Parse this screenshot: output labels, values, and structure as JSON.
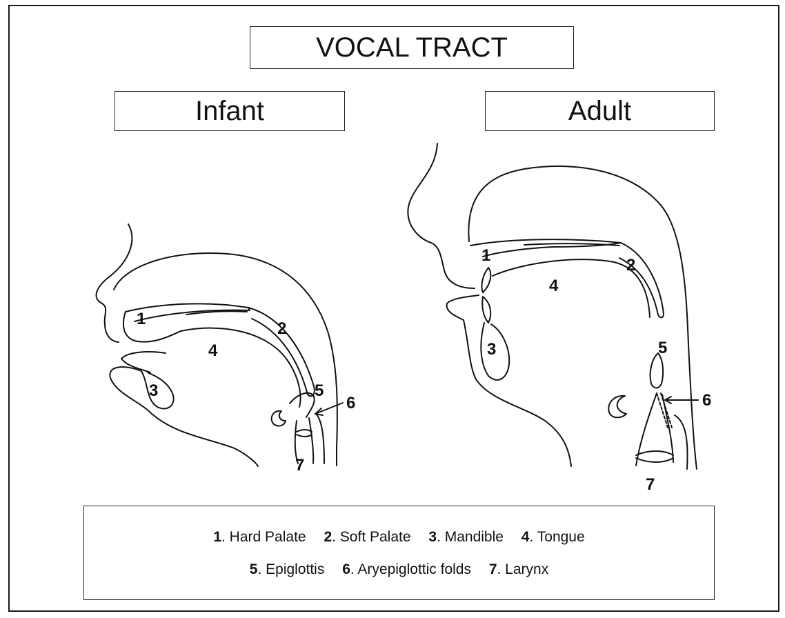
{
  "title": "VOCAL TRACT",
  "panels": {
    "infant": {
      "heading": "Infant"
    },
    "adult": {
      "heading": "Adult"
    }
  },
  "labels": {
    "infant": {
      "n1": "1",
      "n2": "2",
      "n3": "3",
      "n4": "4",
      "n5": "5",
      "n6": "6",
      "n7": "7"
    },
    "adult": {
      "n1": "1",
      "n2": "2",
      "n3": "3",
      "n4": "4",
      "n5": "5",
      "n6": "6",
      "n7": "7"
    }
  },
  "legend": {
    "row1": [
      {
        "num": "1",
        "text": ". Hard Palate"
      },
      {
        "num": "2",
        "text": ". Soft Palate"
      },
      {
        "num": "3",
        "text": ". Mandible"
      },
      {
        "num": "4",
        "text": ". Tongue"
      }
    ],
    "row2": [
      {
        "num": "5",
        "text": ". Epiglottis"
      },
      {
        "num": "6",
        "text": ". Aryepiglottic folds"
      },
      {
        "num": "7",
        "text": ". Larynx"
      }
    ]
  },
  "colors": {
    "line": "#111111",
    "background": "#ffffff"
  }
}
